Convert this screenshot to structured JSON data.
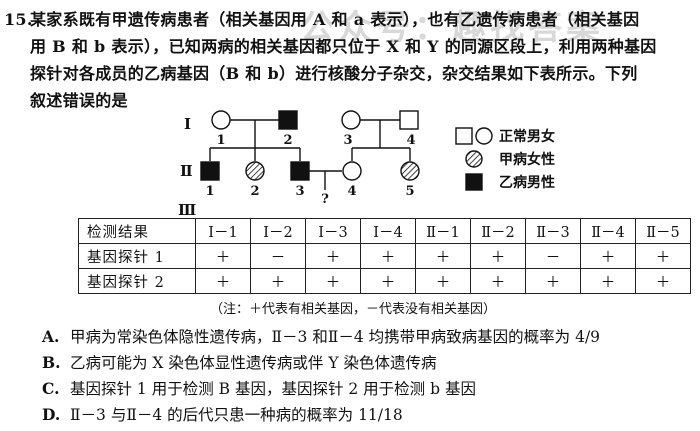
{
  "question": {
    "number": "15.",
    "lines": [
      "某家系既有甲遗传病患者（相关基因用 A 和 a 表示），也有乙遗传病患者（相关基因",
      "用 B 和 b 表示），已知两病的相关基因都只位于 X 和 Y 的同源区段上，利用两种基因",
      "探针对各成员的乙病基因（B 和 b）进行核酸分子杂交，杂交结果如下表所示。下列",
      "叙述错误的是"
    ]
  },
  "watermark": "公众号：趣找答案",
  "pedigree": {
    "generations": [
      "Ⅰ",
      "Ⅱ",
      "Ⅲ"
    ],
    "gen1_numbers": [
      "1",
      "2",
      "3",
      "4"
    ],
    "gen2_numbers": [
      "1",
      "2",
      "3",
      "4",
      "5"
    ],
    "unknown": "?"
  },
  "legend": {
    "normal": "正常男女",
    "disease_a_female": "甲病女性",
    "disease_b_male": "乙病男性"
  },
  "table": {
    "header_label": "检测结果",
    "columns": [
      "Ⅰ－1",
      "Ⅰ－2",
      "Ⅰ－3",
      "Ⅰ－4",
      "Ⅱ－1",
      "Ⅱ－2",
      "Ⅱ－3",
      "Ⅱ－4",
      "Ⅱ－5"
    ],
    "rows": [
      {
        "label": "基因探针 1",
        "cells": [
          "＋",
          "－",
          "＋",
          "＋",
          "＋",
          "＋",
          "－",
          "＋",
          "＋"
        ]
      },
      {
        "label": "基因探针 2",
        "cells": [
          "＋",
          "＋",
          "＋",
          "＋",
          "＋",
          "＋",
          "＋",
          "＋",
          "＋"
        ]
      }
    ]
  },
  "note": "（注：＋代表有相关基因，－代表没有相关基因）",
  "options": [
    {
      "label": "A.",
      "text": "甲病为常染色体隐性遗传病，Ⅱ－3 和Ⅱ－4 均携带甲病致病基因的概率为 4/9"
    },
    {
      "label": "B.",
      "text": "乙病可能为 X 染色体显性遗传病或伴 Y 染色体遗传病"
    },
    {
      "label": "C.",
      "text": "基因探针 1 用于检测 B 基因，基因探针 2 用于检测 b 基因"
    },
    {
      "label": "D.",
      "text": "Ⅱ－3 与Ⅱ－4 的后代只患一种病的概率为 11/18"
    }
  ]
}
